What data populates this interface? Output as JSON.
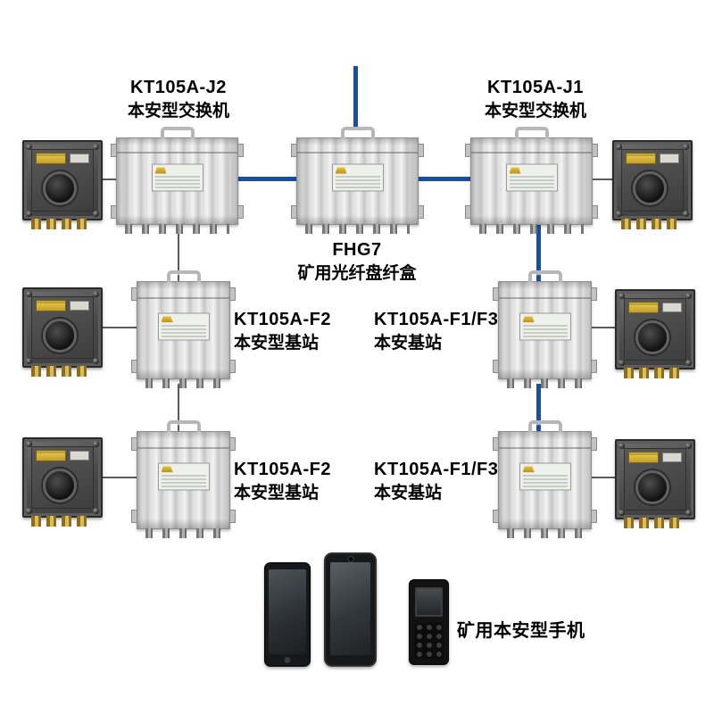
{
  "diagram": {
    "top_row": {
      "switch_left": {
        "model": "KT105A-J2",
        "type": "本安型交换机"
      },
      "fiber_box": {
        "model": "FHG7",
        "type": "矿用光纤盘纤盒"
      },
      "switch_right": {
        "model": "KT105A-J1",
        "type": "本安型交换机"
      }
    },
    "middle_row": {
      "base_left": {
        "model": "KT105A-F2",
        "type": "本安型基站"
      },
      "base_right": {
        "model": "KT105A-F1/F3",
        "type": "本安基站"
      }
    },
    "bottom_row": {
      "base_left": {
        "model": "KT105A-F2",
        "type": "本安型基站"
      },
      "base_right": {
        "model": "KT105A-F1/F3",
        "type": "本安基站"
      }
    },
    "handsets": {
      "label": "矿用本安型手机"
    },
    "colors": {
      "fiber_link": "#1c4e9e",
      "thin_link": "#5a5a5a"
    }
  }
}
